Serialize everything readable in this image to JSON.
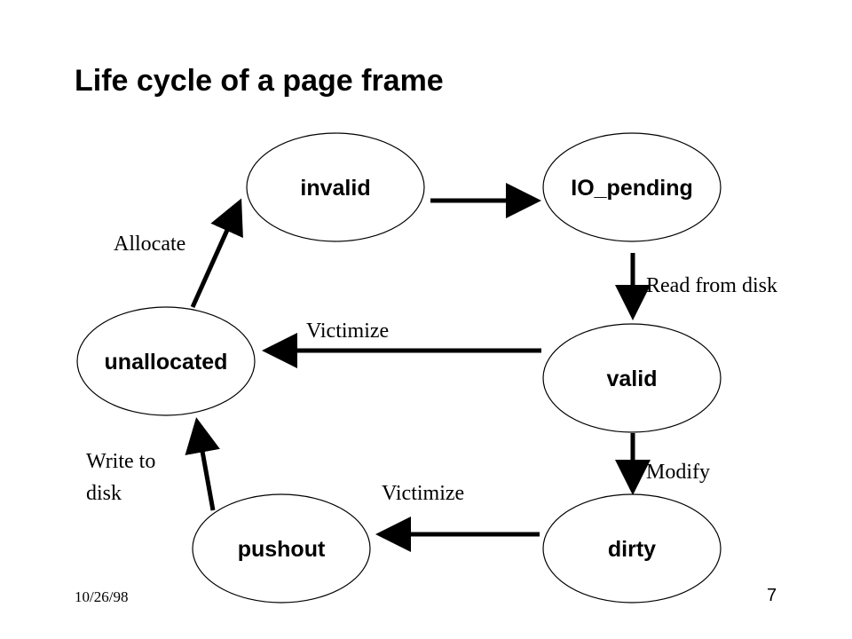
{
  "slide": {
    "title": "Life cycle of a page frame",
    "date": "10/26/98",
    "page_number": "7"
  },
  "states": {
    "invalid": "invalid",
    "io_pending": "IO_pending",
    "valid": "valid",
    "unallocated": "unallocated",
    "dirty": "dirty",
    "pushout": "pushout"
  },
  "transitions": {
    "allocate": "Allocate",
    "read_from_disk": "Read from disk",
    "victimize_valid": "Victimize",
    "modify": "Modify",
    "victimize_dirty": "Victimize",
    "write_to_disk_line1": "Write to",
    "write_to_disk_line2": "disk"
  }
}
